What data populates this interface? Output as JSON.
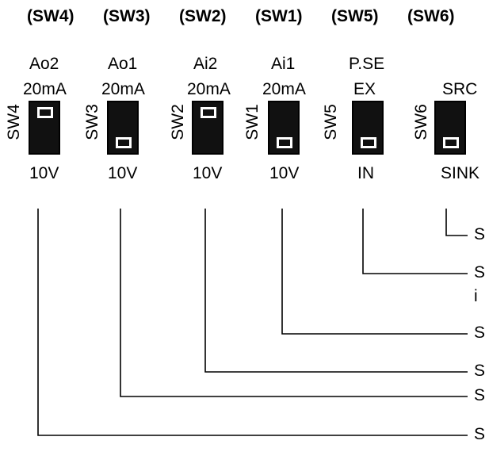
{
  "headers": [
    "(SW4)",
    "(SW3)",
    "(SW2)",
    "(SW1)",
    "(SW5)",
    "(SW6)"
  ],
  "switches": [
    {
      "id": "SW4",
      "side_label": "SW4",
      "name": "Ao2",
      "top": "20mA",
      "bottom": "10V",
      "position": "up"
    },
    {
      "id": "SW3",
      "side_label": "SW3",
      "name": "Ao1",
      "top": "20mA",
      "bottom": "10V",
      "position": "down"
    },
    {
      "id": "SW2",
      "side_label": "SW2",
      "name": "Ai2",
      "top": "20mA",
      "bottom": "10V",
      "position": "up"
    },
    {
      "id": "SW1",
      "side_label": "SW1",
      "name": "Ai1",
      "top": "20mA",
      "bottom": "10V",
      "position": "down"
    },
    {
      "id": "SW5",
      "side_label": "SW5",
      "name": "P.SE",
      "top": "EX",
      "bottom": "IN",
      "position": "down"
    },
    {
      "id": "SW6",
      "side_label": "SW6",
      "name": "",
      "top": "SRC",
      "bottom": "SINK",
      "position": "down"
    }
  ],
  "descriptions": [
    "S",
    "S",
    "i",
    "S",
    "S",
    "S",
    "S"
  ]
}
